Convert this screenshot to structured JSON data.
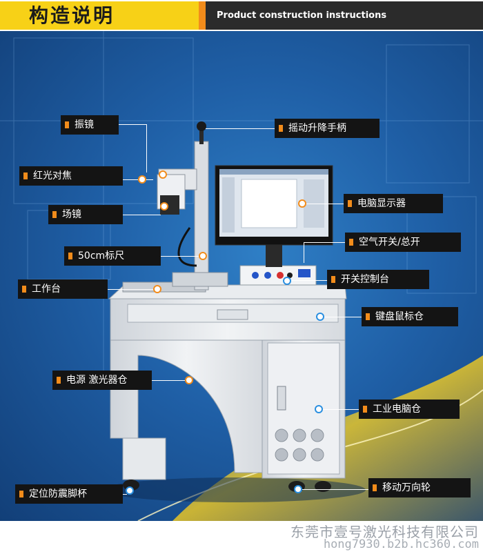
{
  "header": {
    "title_zh": "构造说明",
    "title_en": "Product construction instructions"
  },
  "callouts": {
    "galvanometer": "振镜",
    "red_light_focus": "红光对焦",
    "field_lens": "场镜",
    "ruler": "50cm标尺",
    "worktable": "工作台",
    "power_laser_bay": "电源 激光器仓",
    "anti_shock_feet": "定位防震脚杯",
    "lift_handle": "摇动升降手柄",
    "monitor": "电脑显示器",
    "air_main_switch": "空气开关/总开",
    "switch_console": "开关控制台",
    "keyboard_mouse_bay": "键盘鼠标仓",
    "industrial_pc_bay": "工业电脑仓",
    "casters": "移动万向轮"
  },
  "footer": {
    "company": "东莞市壹号激光科技有限公司",
    "domain": "hong7930.b2b.hc360.com"
  },
  "colors": {
    "yellow": "#f7d117",
    "orange": "#f28c1b",
    "dark": "#2b2b2b",
    "blue_bg": "#1f5fa6"
  }
}
